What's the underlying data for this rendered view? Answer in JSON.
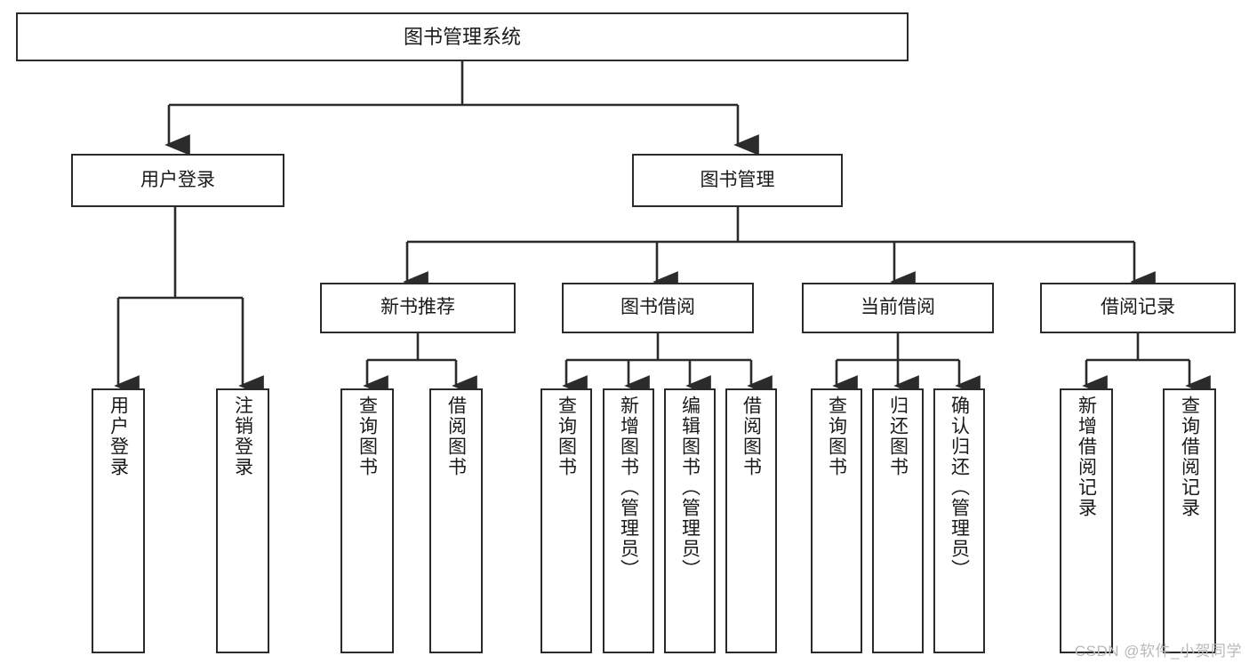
{
  "diagram": {
    "title": "图书管理系统",
    "type": "hierarchy-tree",
    "watermark": "CSDN @软件_小贺同学",
    "accent_color": "#2b2b2b",
    "background_color": "#ffffff",
    "levels": [
      {
        "level": 1,
        "nodes": [
          {
            "id": "root",
            "label": "图书管理系统",
            "orientation": "horizontal"
          }
        ]
      },
      {
        "level": 2,
        "nodes": [
          {
            "id": "user-login",
            "label": "用户登录",
            "orientation": "horizontal",
            "parent": "root"
          },
          {
            "id": "book-manage",
            "label": "图书管理",
            "orientation": "horizontal",
            "parent": "root"
          }
        ]
      },
      {
        "level": 3,
        "nodes": [
          {
            "id": "new-book-rec",
            "label": "新书推荐",
            "orientation": "horizontal",
            "parent": "book-manage"
          },
          {
            "id": "book-borrow",
            "label": "图书借阅",
            "orientation": "horizontal",
            "parent": "book-manage"
          },
          {
            "id": "current-borrow",
            "label": "当前借阅",
            "orientation": "horizontal",
            "parent": "book-manage"
          },
          {
            "id": "borrow-record",
            "label": "借阅记录",
            "orientation": "horizontal",
            "parent": "book-manage"
          }
        ]
      },
      {
        "level": 4,
        "nodes": [
          {
            "id": "leaf-user-login",
            "label": "用户登录",
            "orientation": "vertical",
            "parent": "user-login"
          },
          {
            "id": "leaf-logout",
            "label": "注销登录",
            "orientation": "vertical",
            "parent": "user-login"
          },
          {
            "id": "leaf-query-book-1",
            "label": "查询图书",
            "orientation": "vertical",
            "parent": "new-book-rec"
          },
          {
            "id": "leaf-borrow-book-1",
            "label": "借阅图书",
            "orientation": "vertical",
            "parent": "new-book-rec"
          },
          {
            "id": "leaf-query-book-2",
            "label": "查询图书",
            "orientation": "vertical",
            "parent": "book-borrow"
          },
          {
            "id": "leaf-add-book",
            "label": "新增图书（管理员）",
            "orientation": "vertical",
            "parent": "book-borrow"
          },
          {
            "id": "leaf-edit-book",
            "label": "编辑图书（管理员）",
            "orientation": "vertical",
            "parent": "book-borrow"
          },
          {
            "id": "leaf-borrow-book-2",
            "label": "借阅图书",
            "orientation": "vertical",
            "parent": "book-borrow"
          },
          {
            "id": "leaf-query-book-3",
            "label": "查询图书",
            "orientation": "vertical",
            "parent": "current-borrow"
          },
          {
            "id": "leaf-return-book",
            "label": "归还图书",
            "orientation": "vertical",
            "parent": "current-borrow"
          },
          {
            "id": "leaf-confirm-return",
            "label": "确认归还（管理员）",
            "orientation": "vertical",
            "parent": "current-borrow"
          },
          {
            "id": "leaf-add-record",
            "label": "新增借阅记录",
            "orientation": "vertical",
            "parent": "borrow-record"
          },
          {
            "id": "leaf-query-record",
            "label": "查询借阅记录",
            "orientation": "vertical",
            "parent": "borrow-record"
          }
        ]
      }
    ]
  }
}
